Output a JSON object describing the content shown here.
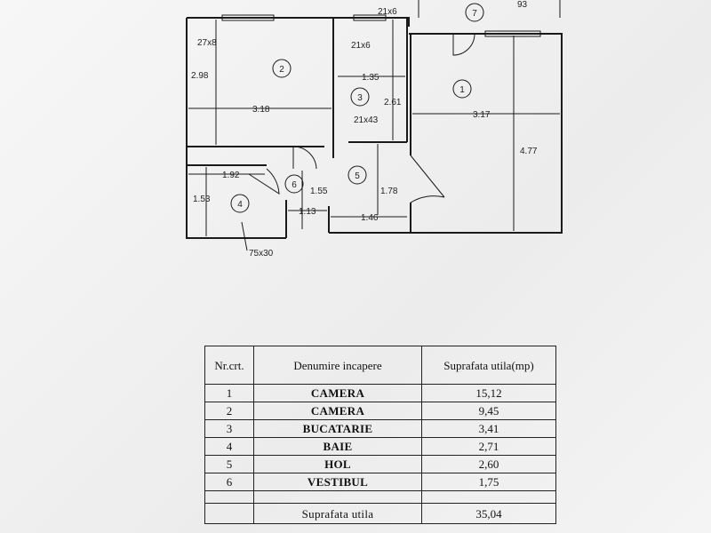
{
  "plan": {
    "room_numbers": [
      "1",
      "2",
      "3",
      "4",
      "5",
      "6",
      "7"
    ],
    "dimensions": {
      "r2_width": "3.18",
      "r2_height": "2.98",
      "r2_window": "27x8",
      "r3_width": "1.35",
      "r3_height": "2.61",
      "r3_window": "21x6",
      "r3_niche": "21x43",
      "top_window": "21x6",
      "top_right": "93",
      "r1_width": "3.17",
      "r1_height": "4.77",
      "r4_width": "1.92",
      "r4_height": "1.53",
      "r4_vent": "75x30",
      "r6_width": "1.13",
      "r6_height": "1.55",
      "r5_width": "1.46",
      "r5_height": "1.78"
    }
  },
  "table": {
    "headers": [
      "Nr.crt.",
      "Denumire incapere",
      "Suprafata utila(mp)"
    ],
    "rows": [
      {
        "nr": "1",
        "name": "CAMERA",
        "area": "15,12"
      },
      {
        "nr": "2",
        "name": "CAMERA",
        "area": "9,45"
      },
      {
        "nr": "3",
        "name": "BUCATARIE",
        "area": "3,41"
      },
      {
        "nr": "4",
        "name": "BAIE",
        "area": "2,71"
      },
      {
        "nr": "5",
        "name": "HOL",
        "area": "2,60"
      },
      {
        "nr": "6",
        "name": "VESTIBUL",
        "area": "1,75"
      }
    ],
    "total_label": "Suprafata utila",
    "total_value": "35,04"
  }
}
